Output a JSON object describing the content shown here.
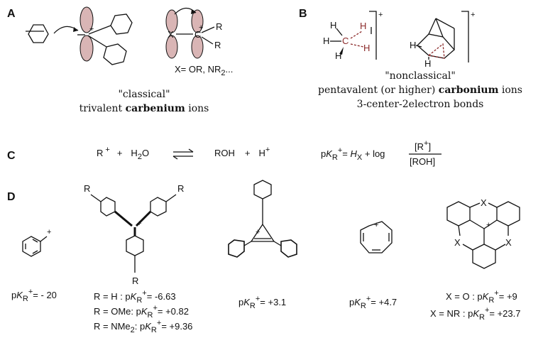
{
  "panels": {
    "a": {
      "label": "A",
      "x_definition": "X= OR, NR",
      "x_sub": "2",
      "x_tail": "...",
      "cation_atom": "C",
      "sub_r": "R",
      "x_atom": "X",
      "caption1": "\"classical\"",
      "caption2_pre": "trivalent ",
      "caption2_bold": "carbenium",
      "caption2_post": " ions"
    },
    "b": {
      "label": "B",
      "h": "H",
      "c": "C",
      "plus": "+",
      "caption1": "\"nonclassical\"",
      "caption2_pre": "pentavalent (or higher) ",
      "caption2_bold": "carbonium",
      "caption2_post": " ions",
      "caption3": "3-center-2electron bonds"
    },
    "c": {
      "label": "C",
      "reactant_r": "R",
      "plus": "+",
      "reactant_water": "H",
      "water_sub": "2",
      "water_o": "O",
      "product_roh": "ROH",
      "product_h": "H",
      "equation_p": "p",
      "equation_k": "K",
      "equation_rsub": "R",
      "equation_eq": "= ",
      "equation_h": "H",
      "equation_hsub": "X",
      "equation_log": " + log",
      "fraction_num": "[R",
      "fraction_num_close": "]",
      "fraction_den": "[ROH]"
    },
    "d": {
      "label": "D",
      "x": "X",
      "r": "R",
      "plus": "+",
      "pk_p": "p",
      "pk_k": "K",
      "pk_rsub": "R",
      "phenyl_value": "= - 20",
      "trityl_lines": [
        {
          "pre": "R = H : p",
          "value": "= -6.63"
        },
        {
          "pre": "R = OMe: p",
          "value": "= +0.82"
        },
        {
          "pre": "R = NMe",
          "sub": "2",
          "colon": ": p",
          "value": "= +9.36"
        }
      ],
      "cyclopropenyl_value": "= +3.1",
      "tropylium_value": "= +4.7",
      "trioxa_lines": [
        {
          "pre": "X = O : p",
          "value": "= +9"
        },
        {
          "pre": "X = NR : p",
          "value": "= +23.7"
        }
      ]
    }
  }
}
